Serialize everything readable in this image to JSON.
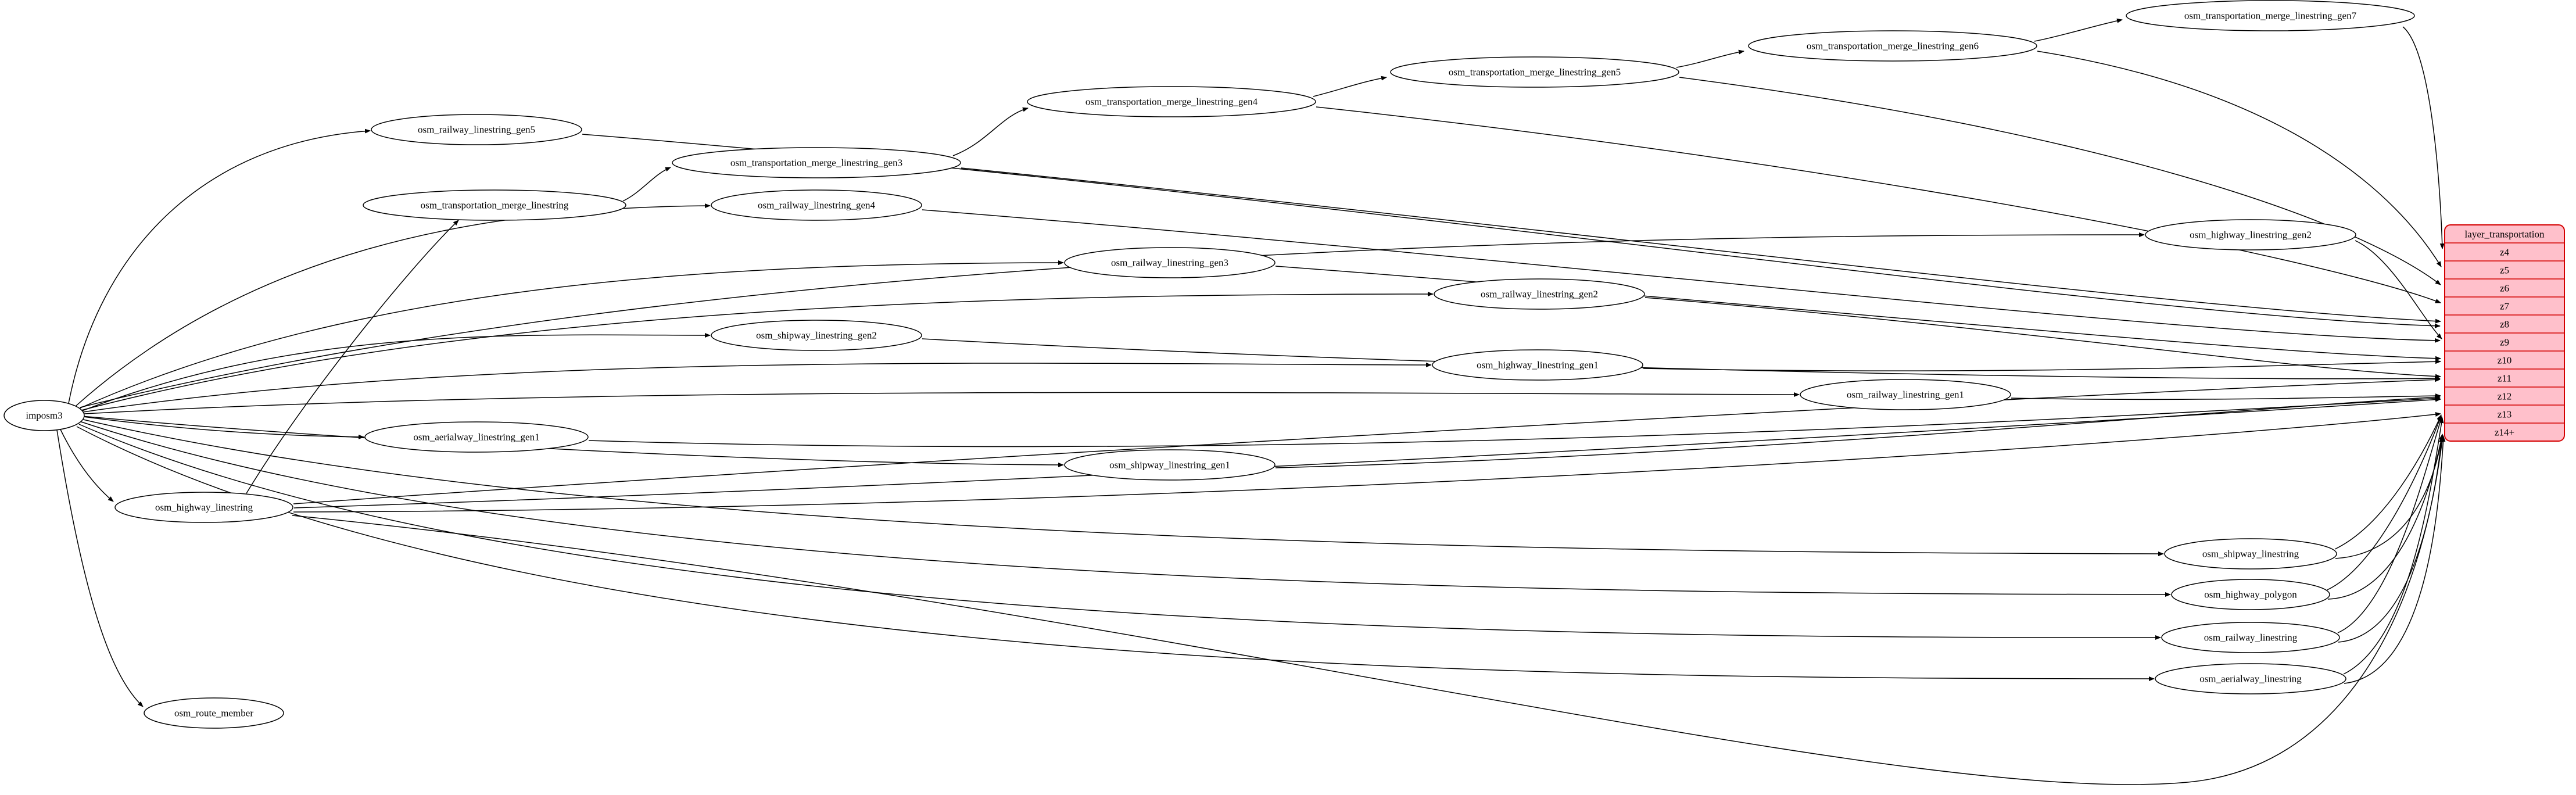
{
  "diagram": {
    "colors": {
      "edge": "#000000",
      "node_fill": "#ffffff",
      "node_border": "#000000"
    },
    "nodes": [
      {
        "id": "imposm3",
        "label": "imposm3"
      },
      {
        "id": "osm_railway_linestring_gen5",
        "label": "osm_railway_linestring_gen5"
      },
      {
        "id": "osm_transportation_merge_linestring",
        "label": "osm_transportation_merge_linestring"
      },
      {
        "id": "osm_transportation_merge_linestring_gen3",
        "label": "osm_transportation_merge_linestring_gen3"
      },
      {
        "id": "osm_railway_linestring_gen4",
        "label": "osm_railway_linestring_gen4"
      },
      {
        "id": "osm_transportation_merge_linestring_gen4",
        "label": "osm_transportation_merge_linestring_gen4"
      },
      {
        "id": "osm_transportation_merge_linestring_gen5",
        "label": "osm_transportation_merge_linestring_gen5"
      },
      {
        "id": "osm_transportation_merge_linestring_gen6",
        "label": "osm_transportation_merge_linestring_gen6"
      },
      {
        "id": "osm_transportation_merge_linestring_gen7",
        "label": "osm_transportation_merge_linestring_gen7"
      },
      {
        "id": "osm_highway_linestring_gen2",
        "label": "osm_highway_linestring_gen2"
      },
      {
        "id": "osm_railway_linestring_gen3",
        "label": "osm_railway_linestring_gen3"
      },
      {
        "id": "osm_railway_linestring_gen2",
        "label": "osm_railway_linestring_gen2"
      },
      {
        "id": "osm_shipway_linestring_gen2",
        "label": "osm_shipway_linestring_gen2"
      },
      {
        "id": "osm_highway_linestring_gen1",
        "label": "osm_highway_linestring_gen1"
      },
      {
        "id": "osm_railway_linestring_gen1",
        "label": "osm_railway_linestring_gen1"
      },
      {
        "id": "osm_aerialway_linestring_gen1",
        "label": "osm_aerialway_linestring_gen1"
      },
      {
        "id": "osm_shipway_linestring_gen1",
        "label": "osm_shipway_linestring_gen1"
      },
      {
        "id": "osm_highway_linestring",
        "label": "osm_highway_linestring"
      },
      {
        "id": "osm_shipway_linestring",
        "label": "osm_shipway_linestring"
      },
      {
        "id": "osm_highway_polygon",
        "label": "osm_highway_polygon"
      },
      {
        "id": "osm_railway_linestring",
        "label": "osm_railway_linestring"
      },
      {
        "id": "osm_aerialway_linestring",
        "label": "osm_aerialway_linestring"
      },
      {
        "id": "osm_route_member",
        "label": "osm_route_member"
      }
    ],
    "record": {
      "title": "layer_transportation",
      "rows": [
        "z4",
        "z5",
        "z6",
        "z7",
        "z8",
        "z9",
        "z10",
        "z11",
        "z12",
        "z13",
        "z14+"
      ],
      "fill": "#ffc0cb",
      "border": "#d40000"
    },
    "edges": [
      {
        "from": "imposm3",
        "to": "osm_railway_linestring_gen5"
      },
      {
        "from": "imposm3",
        "to": "osm_railway_linestring_gen4"
      },
      {
        "from": "imposm3",
        "to": "osm_railway_linestring_gen3"
      },
      {
        "from": "imposm3",
        "to": "osm_railway_linestring_gen2"
      },
      {
        "from": "imposm3",
        "to": "osm_railway_linestring_gen1"
      },
      {
        "from": "imposm3",
        "to": "osm_railway_linestring"
      },
      {
        "from": "imposm3",
        "to": "osm_highway_linestring_gen1"
      },
      {
        "from": "imposm3",
        "to": "osm_highway_linestring_gen2"
      },
      {
        "from": "imposm3",
        "to": "osm_highway_linestring"
      },
      {
        "from": "imposm3",
        "to": "osm_shipway_linestring_gen2"
      },
      {
        "from": "imposm3",
        "to": "osm_shipway_linestring_gen1"
      },
      {
        "from": "imposm3",
        "to": "osm_shipway_linestring"
      },
      {
        "from": "imposm3",
        "to": "osm_aerialway_linestring_gen1"
      },
      {
        "from": "imposm3",
        "to": "osm_aerialway_linestring"
      },
      {
        "from": "imposm3",
        "to": "osm_highway_polygon"
      },
      {
        "from": "imposm3",
        "to": "osm_route_member"
      },
      {
        "from": "osm_highway_linestring",
        "to": "osm_transportation_merge_linestring"
      },
      {
        "from": "osm_transportation_merge_linestring",
        "to": "osm_transportation_merge_linestring_gen3"
      },
      {
        "from": "osm_transportation_merge_linestring_gen3",
        "to": "osm_transportation_merge_linestring_gen4"
      },
      {
        "from": "osm_transportation_merge_linestring_gen4",
        "to": "osm_transportation_merge_linestring_gen5"
      },
      {
        "from": "osm_transportation_merge_linestring_gen5",
        "to": "osm_transportation_merge_linestring_gen6"
      },
      {
        "from": "osm_transportation_merge_linestring_gen6",
        "to": "osm_transportation_merge_linestring_gen7"
      },
      {
        "from": "osm_transportation_merge_linestring_gen7",
        "to": "layer_transportation:z4"
      },
      {
        "from": "osm_transportation_merge_linestring_gen6",
        "to": "layer_transportation:z5"
      },
      {
        "from": "osm_transportation_merge_linestring_gen5",
        "to": "layer_transportation:z6"
      },
      {
        "from": "osm_transportation_merge_linestring_gen4",
        "to": "layer_transportation:z7"
      },
      {
        "from": "osm_transportation_merge_linestring_gen3",
        "to": "layer_transportation:z8"
      },
      {
        "from": "osm_railway_linestring_gen5",
        "to": "layer_transportation:z8"
      },
      {
        "from": "osm_railway_linestring_gen4",
        "to": "layer_transportation:z9"
      },
      {
        "from": "osm_highway_linestring_gen2",
        "to": "layer_transportation:z9"
      },
      {
        "from": "osm_railway_linestring_gen3",
        "to": "layer_transportation:z10"
      },
      {
        "from": "osm_highway_linestring_gen1",
        "to": "layer_transportation:z10"
      },
      {
        "from": "osm_railway_linestring_gen2",
        "to": "layer_transportation:z11"
      },
      {
        "from": "osm_shipway_linestring_gen2",
        "to": "layer_transportation:z11"
      },
      {
        "from": "osm_highway_linestring",
        "to": "layer_transportation:z11"
      },
      {
        "from": "osm_railway_linestring_gen1",
        "to": "layer_transportation:z12"
      },
      {
        "from": "osm_shipway_linestring_gen1",
        "to": "layer_transportation:z12"
      },
      {
        "from": "osm_aerialway_linestring_gen1",
        "to": "layer_transportation:z12"
      },
      {
        "from": "osm_highway_linestring",
        "to": "layer_transportation:z12"
      },
      {
        "from": "osm_railway_linestring",
        "to": "layer_transportation:z13"
      },
      {
        "from": "osm_shipway_linestring",
        "to": "layer_transportation:z13"
      },
      {
        "from": "osm_aerialway_linestring",
        "to": "layer_transportation:z13"
      },
      {
        "from": "osm_highway_polygon",
        "to": "layer_transportation:z13"
      },
      {
        "from": "osm_highway_linestring",
        "to": "layer_transportation:z13"
      },
      {
        "from": "osm_railway_linestring",
        "to": "layer_transportation:z14+"
      },
      {
        "from": "osm_shipway_linestring",
        "to": "layer_transportation:z14+"
      },
      {
        "from": "osm_aerialway_linestring",
        "to": "layer_transportation:z14+"
      },
      {
        "from": "osm_highway_polygon",
        "to": "layer_transportation:z14+"
      },
      {
        "from": "osm_highway_linestring",
        "to": "layer_transportation:z14+"
      }
    ]
  }
}
